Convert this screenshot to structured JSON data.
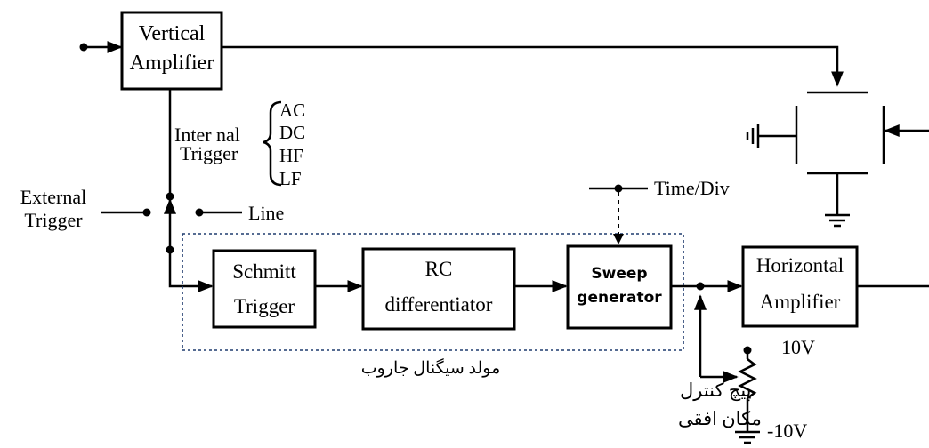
{
  "blocks": {
    "vertical_amplifier": {
      "line1": "Vertical",
      "line2": "Amplifier"
    },
    "schmitt_trigger": {
      "line1": "Schmitt",
      "line2": "Trigger"
    },
    "rc_differentiator": {
      "line1": "RC",
      "line2": "differentiator"
    },
    "sweep_generator": {
      "line1": "Sweep",
      "line2": "generator"
    },
    "horizontal_amplifier": {
      "line1": "Horizontal",
      "line2": "Amplifier"
    }
  },
  "labels": {
    "internal_trigger_line1": "Inter nal",
    "internal_trigger_line2": "Trigger",
    "coupling_options": [
      "AC",
      "DC",
      "HF",
      "LF"
    ],
    "external_trigger_line1": "External",
    "external_trigger_line2": "Trigger",
    "line_source": "Line",
    "time_div": "Time/Div",
    "supply_positive": "10V",
    "supply_negative": "-10V",
    "sweep_group_caption": "مولد سیگنال جاروب",
    "position_pot_line1": "پیچ کنترل",
    "position_pot_line2": "مکان افقی"
  }
}
